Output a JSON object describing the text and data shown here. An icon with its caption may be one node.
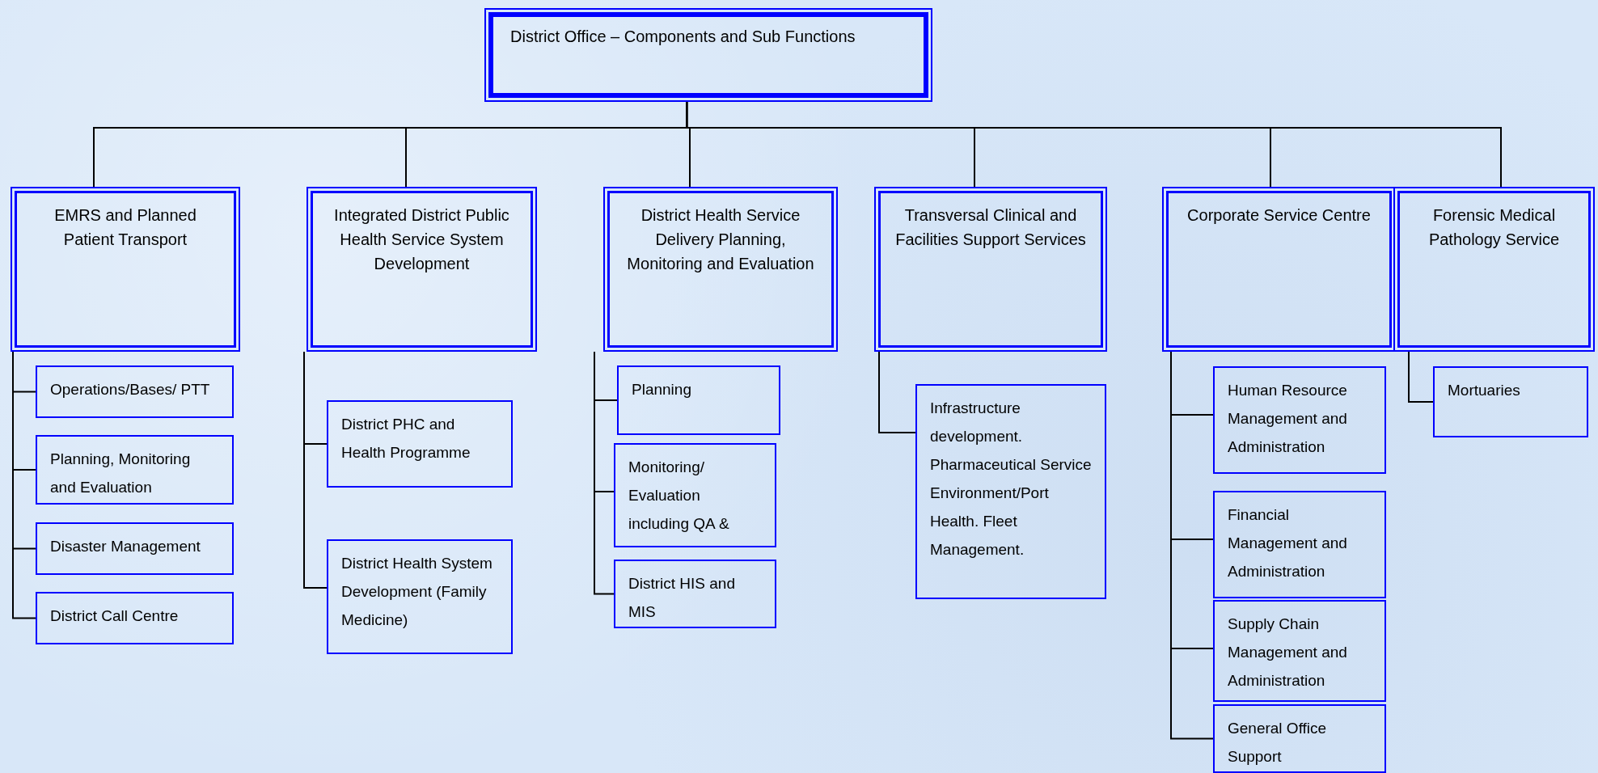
{
  "diagram": {
    "nodes": [
      {
        "text": [
          "District Office – Components and Sub Functions"
        ]
      },
      {
        "text": [
          "EMRS and Planned Patient Transport"
        ]
      },
      {
        "text": [
          "Integrated District Public Health Service System Development"
        ]
      },
      {
        "text": [
          "District Health Service Delivery Planning, Monitoring and Evaluation"
        ]
      },
      {
        "text": [
          "Transversal Clinical and Facilities Support Services"
        ]
      },
      {
        "text": [
          "Corporate Service Centre"
        ]
      },
      {
        "text": [
          "Forensic Medical Pathology Service"
        ]
      },
      {
        "text": [
          "Operations/Bases/ PTT"
        ]
      },
      {
        "text": [
          "Planning, Monitoring and Evaluation"
        ]
      },
      {
        "text": [
          "Disaster Management"
        ]
      },
      {
        "text": [
          "District Call Centre"
        ]
      },
      {
        "text": [
          "District PHC and Health Programme"
        ]
      },
      {
        "text": [
          "District Health System Development (Family Medicine)"
        ]
      },
      {
        "text": [
          "Planning"
        ]
      },
      {
        "text": [
          "Monitoring/ Evaluation including QA &"
        ]
      },
      {
        "text": [
          "District HIS and MIS"
        ]
      },
      {
        "text": [
          "Infrastructure development. Pharmaceutical Service Environment/Port Health. Fleet Management."
        ]
      },
      {
        "text": [
          "Human Resource Management and Administration"
        ]
      },
      {
        "text": [
          "Financial Management and Administration"
        ]
      },
      {
        "text": [
          "Supply Chain Management and Administration"
        ]
      },
      {
        "text": [
          "General Office Support"
        ]
      },
      {
        "text": [
          "Mortuaries"
        ]
      }
    ],
    "edges": [
      {
        "from": 0,
        "to": 1,
        "arrow": "none"
      },
      {
        "from": 0,
        "to": 2,
        "arrow": "none"
      },
      {
        "from": 0,
        "to": 3,
        "arrow": "none"
      },
      {
        "from": 0,
        "to": 4,
        "arrow": "none"
      },
      {
        "from": 0,
        "to": 5,
        "arrow": "none"
      },
      {
        "from": 0,
        "to": 6,
        "arrow": "none"
      },
      {
        "from": 1,
        "to": 7,
        "arrow": "none"
      },
      {
        "from": 1,
        "to": 8,
        "arrow": "none"
      },
      {
        "from": 1,
        "to": 9,
        "arrow": "none"
      },
      {
        "from": 1,
        "to": 10,
        "arrow": "none"
      },
      {
        "from": 2,
        "to": 11,
        "arrow": "none"
      },
      {
        "from": 2,
        "to": 12,
        "arrow": "none"
      },
      {
        "from": 3,
        "to": 13,
        "arrow": "none"
      },
      {
        "from": 3,
        "to": 14,
        "arrow": "none"
      },
      {
        "from": 3,
        "to": 15,
        "arrow": "none"
      },
      {
        "from": 4,
        "to": 16,
        "arrow": "none"
      },
      {
        "from": 5,
        "to": 17,
        "arrow": "none"
      },
      {
        "from": 5,
        "to": 18,
        "arrow": "none"
      },
      {
        "from": 5,
        "to": 19,
        "arrow": "none"
      },
      {
        "from": 5,
        "to": 20,
        "arrow": "none"
      },
      {
        "from": 6,
        "to": 21,
        "arrow": "none"
      }
    ]
  }
}
